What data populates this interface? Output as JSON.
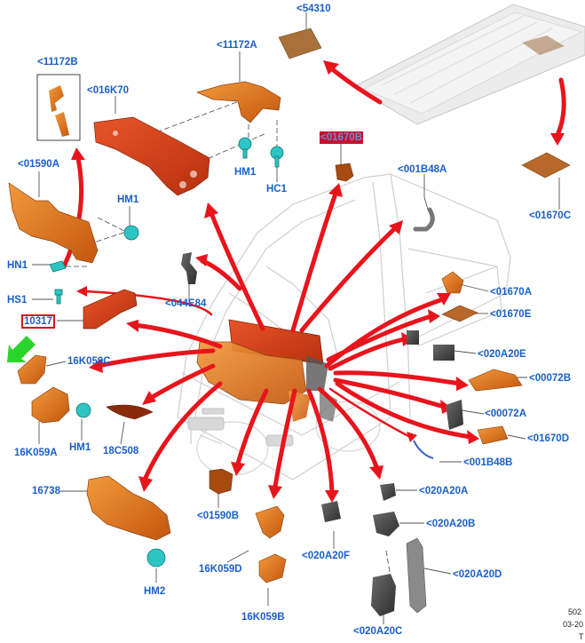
{
  "labels": [
    {
      "id": "l1",
      "text": "<54310"
    },
    {
      "id": "l2",
      "text": "<11172A"
    },
    {
      "id": "l3",
      "text": "<11172B"
    },
    {
      "id": "l4",
      "text": "<016K70"
    },
    {
      "id": "l5",
      "text": "<01590A"
    },
    {
      "id": "l6",
      "text": "HM1"
    },
    {
      "id": "l7",
      "text": "HC1"
    },
    {
      "id": "l8",
      "text": "<01670B"
    },
    {
      "id": "l9",
      "text": "HM1"
    },
    {
      "id": "l10",
      "text": "<001B48A"
    },
    {
      "id": "l11",
      "text": "<01670C"
    },
    {
      "id": "l12",
      "text": "HN1"
    },
    {
      "id": "l13",
      "text": "HS1"
    },
    {
      "id": "l14",
      "text": "10317"
    },
    {
      "id": "l15",
      "text": "<044E84"
    },
    {
      "id": "l16",
      "text": "<01670A"
    },
    {
      "id": "l17",
      "text": "<01670E"
    },
    {
      "id": "l18",
      "text": "16K059C"
    },
    {
      "id": "l19",
      "text": "<020A20E"
    },
    {
      "id": "l20",
      "text": "<00072B"
    },
    {
      "id": "l21",
      "text": "<00072A"
    },
    {
      "id": "l22",
      "text": "16K059A"
    },
    {
      "id": "l23",
      "text": "HM1"
    },
    {
      "id": "l24",
      "text": "18C508"
    },
    {
      "id": "l25",
      "text": "<01670D"
    },
    {
      "id": "l26",
      "text": "<001B48B"
    },
    {
      "id": "l27",
      "text": "16738"
    },
    {
      "id": "l28",
      "text": "<01590B"
    },
    {
      "id": "l29",
      "text": "<020A20A"
    },
    {
      "id": "l30",
      "text": "<020A20B"
    },
    {
      "id": "l31",
      "text": "16K059D"
    },
    {
      "id": "l32",
      "text": "<020A20F"
    },
    {
      "id": "l33",
      "text": "<020A20D"
    },
    {
      "id": "l34",
      "text": "HM2"
    },
    {
      "id": "l35",
      "text": "16K059B"
    },
    {
      "id": "l36",
      "text": "<020A20C"
    }
  ],
  "footer": {
    "line1": "502",
    "line2": "03-20",
    "line3": "T"
  },
  "colors": {
    "label": "#1a5fc8",
    "arrow": "#e8141c",
    "part": "#e0731c",
    "part_dark": "#a84a10",
    "fastener": "#2ec4c4",
    "highlight": "#c8102e",
    "pointer": "#2bd42b"
  }
}
